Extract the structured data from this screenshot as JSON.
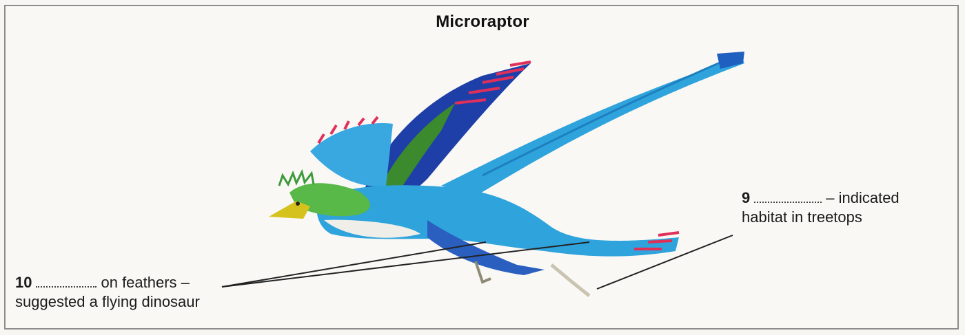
{
  "title": "Microraptor",
  "labels": {
    "item9": {
      "number": "9",
      "text_line1": "– indicated",
      "text_line2": "habitat in treetops"
    },
    "item10": {
      "number": "10",
      "text_line1": "on feathers –",
      "text_line2": "suggested a flying dinosaur"
    }
  },
  "colors": {
    "body_blue": "#2fa3dc",
    "wing_dark_blue": "#1f3fa8",
    "head_green": "#58b848",
    "beak_yellow": "#d6c21c",
    "feather_tips": "#e0305a",
    "frame": "#8c8c8c"
  }
}
